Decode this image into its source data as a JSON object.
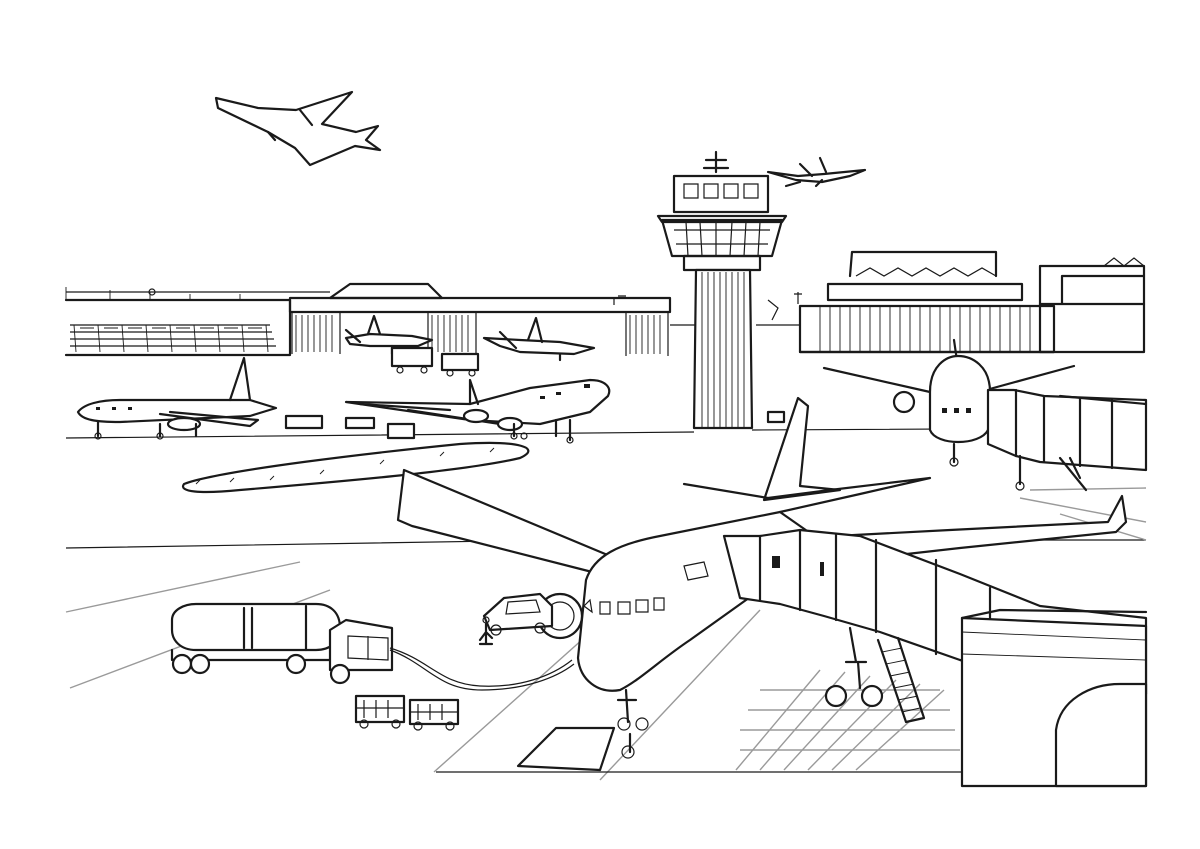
{
  "scene": {
    "subject": "airport-coloring-page",
    "style": "black-line-art",
    "colors": {
      "ink": "#1a1a1a",
      "paper": "#ffffff",
      "light": "#9a9a9a"
    },
    "elements": [
      "flying-plane-large",
      "flying-plane-small",
      "control-tower",
      "terminal-left",
      "hangar-right",
      "building-far-right",
      "parked-plane-left",
      "cargo-plane",
      "background-plane-1",
      "background-plane-2",
      "plane-front-view",
      "jet-bridge-right",
      "main-airliner",
      "jet-bridge-main",
      "fuel-tanker",
      "follow-me-car",
      "baggage-carts",
      "grass-strip"
    ]
  }
}
